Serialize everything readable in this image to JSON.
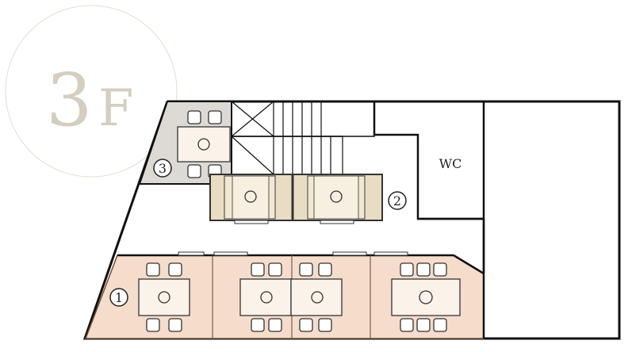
{
  "floor": {
    "number": "3",
    "suffix": "F"
  },
  "rooms": {
    "wc": "WC"
  },
  "zones": [
    {
      "id": "zone-1",
      "label": "1",
      "color": "#f5dccb"
    },
    {
      "id": "zone-2",
      "label": "2",
      "color": "#eadcc4"
    },
    {
      "id": "zone-3",
      "label": "3",
      "color": "#dddad6"
    }
  ],
  "colors": {
    "wall": "#111111",
    "chair_fill": "#ffffff",
    "table_fill": "#fbf3ea",
    "counter_fill": "#e8dcc2",
    "badge_circle": "#e4ddd0"
  }
}
